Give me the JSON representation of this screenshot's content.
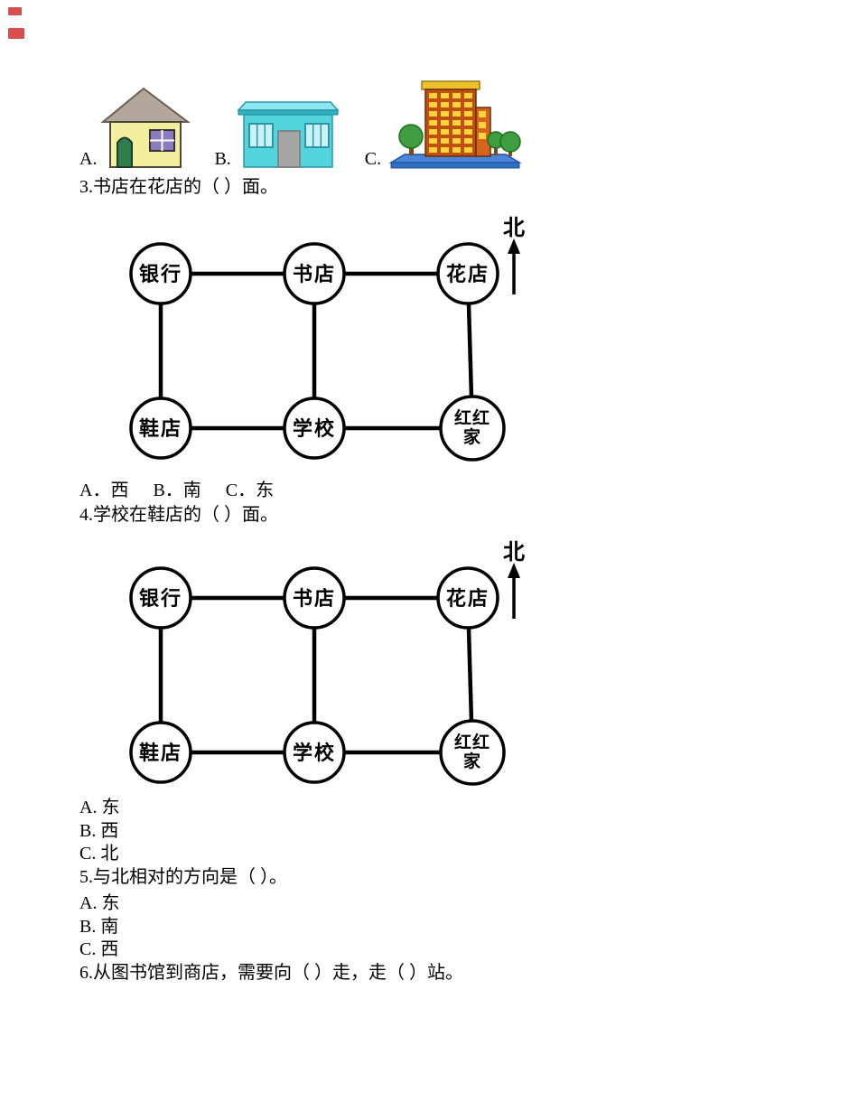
{
  "page": {
    "background": "#ffffff",
    "corner_marks_color": "#cc2222"
  },
  "images_row": {
    "label_a": "A.",
    "label_b": "B.",
    "label_c": "C."
  },
  "questions": {
    "q3": {
      "text": "3.书店在花店的（ ）面。",
      "options": [
        "A．西",
        "B．南",
        "C．东"
      ]
    },
    "q4": {
      "text": "4.学校在鞋店的（ ）面。",
      "options": [
        "A. 东",
        "B. 西",
        "C. 北"
      ]
    },
    "q5": {
      "text": "5.与北相对的方向是（ ）。",
      "options": [
        "A. 东",
        "B. 南",
        "C. 西"
      ]
    },
    "q6": {
      "text": "6.从图书馆到商店，需要向（ ）走，走（ ）站。"
    }
  },
  "map": {
    "north_label": "北",
    "nodes": [
      {
        "label": "银行"
      },
      {
        "label": "书店"
      },
      {
        "label": "花店"
      },
      {
        "label": "鞋店"
      },
      {
        "label": "学校"
      },
      {
        "line1": "红红",
        "line2": "家"
      }
    ]
  },
  "art": {
    "house": {
      "wall": "#f2ee9c",
      "roof": "#b3a79b",
      "door": "#2e7d4e",
      "window": "#8a7cc0"
    },
    "building": {
      "body": "#52d4de",
      "roof": "#8ce8f0",
      "door": "#a5a5a5",
      "window": "#c8f2f6"
    },
    "tower": {
      "body": "#c0500f",
      "window": "#ffd43a",
      "roof": "#eec12c",
      "tree": "#3f9e3f",
      "platform": "#4a86d8"
    }
  }
}
